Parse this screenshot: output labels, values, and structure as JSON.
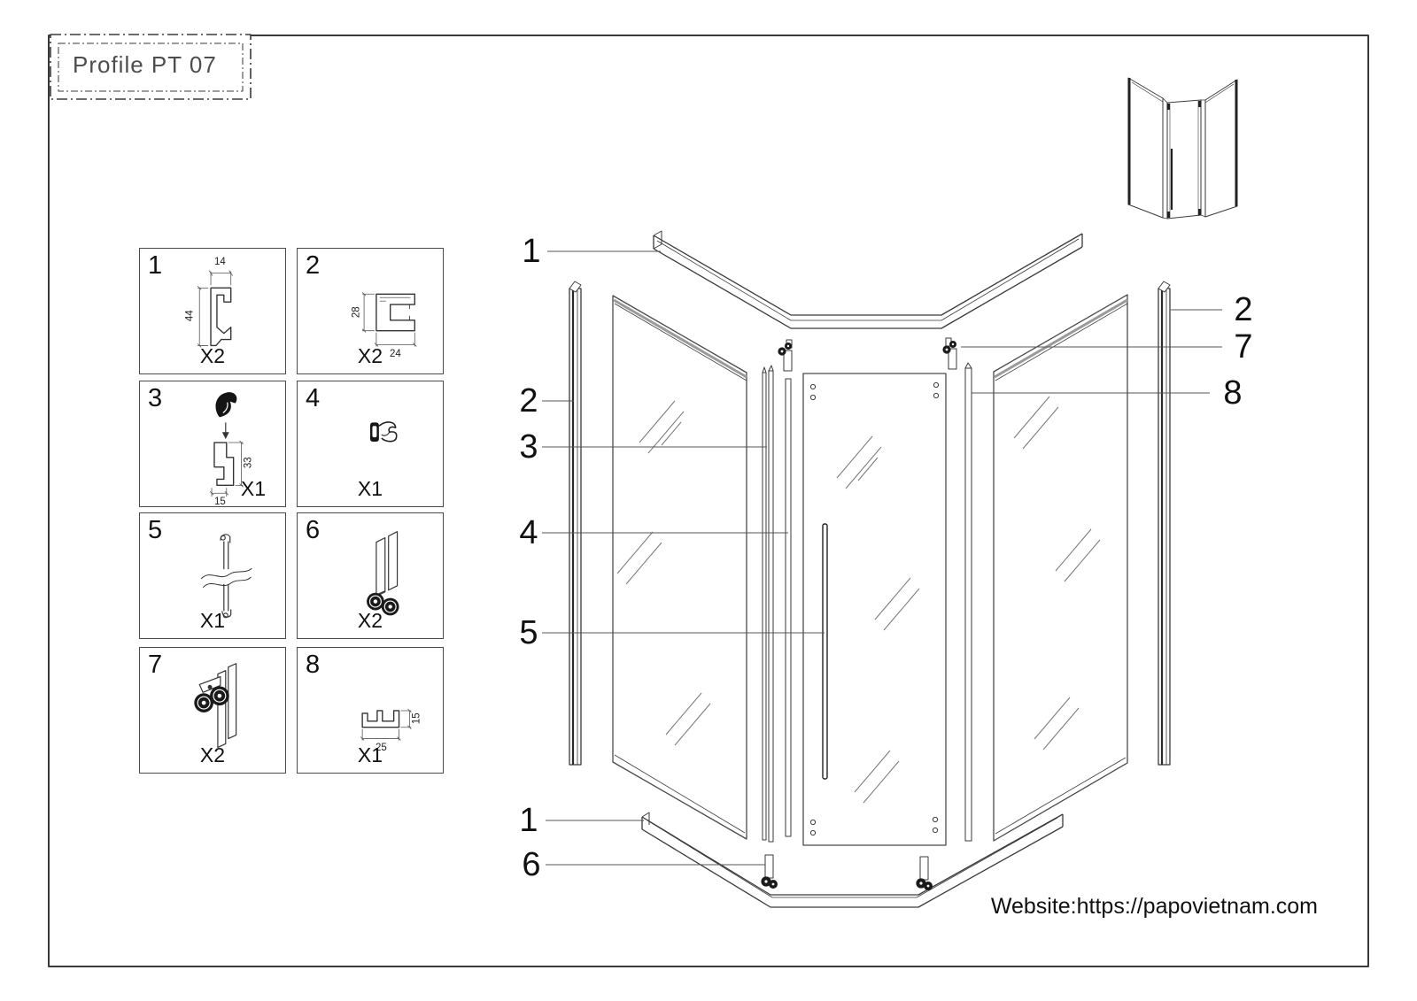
{
  "colors": {
    "line": "#3a3a3a",
    "dark_fill": "#1a1a1a",
    "leader": "#555555",
    "background": "#ffffff"
  },
  "title_box": {
    "text": "Profile PT 07"
  },
  "parts_panel": {
    "boxes": [
      {
        "num": "1",
        "qty": "X2",
        "dim_a": "14",
        "dim_b": "44"
      },
      {
        "num": "2",
        "qty": "X2",
        "dim_a": "28",
        "dim_b": "24"
      },
      {
        "num": "3",
        "qty": "X1",
        "dim_a": "33",
        "dim_b": "15"
      },
      {
        "num": "4",
        "qty": "X1"
      },
      {
        "num": "5",
        "qty": "X1"
      },
      {
        "num": "6",
        "qty": "X2"
      },
      {
        "num": "7",
        "qty": "X2"
      },
      {
        "num": "8",
        "qty": "X1",
        "dim_a": "25",
        "dim_b": "15"
      }
    ]
  },
  "diagram": {
    "callouts": [
      {
        "label": "1"
      },
      {
        "label": "2"
      },
      {
        "label": "7"
      },
      {
        "label": "8"
      },
      {
        "label": "2"
      },
      {
        "label": "3"
      },
      {
        "label": "4"
      },
      {
        "label": "5"
      },
      {
        "label": "1"
      },
      {
        "label": "6"
      }
    ]
  },
  "footer": {
    "website": "Website:https://papovietnam.com"
  }
}
